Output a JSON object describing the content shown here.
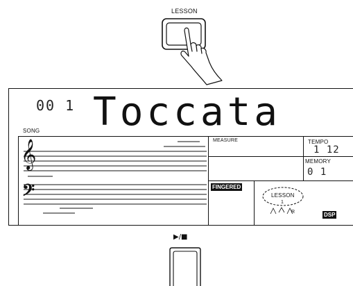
{
  "top_button": {
    "label": "LESSON",
    "icon": "hand-press-icon"
  },
  "lcd": {
    "song_number": "00 1",
    "song_name": "Toccata",
    "song_label": "SONG",
    "measure_label": "MEASURE",
    "tempo_label": "TEMPO",
    "tempo_value": "1 12",
    "memory_label": "MEMORY",
    "memory_value": "0 1",
    "fingered_label": "FINGERED",
    "lesson_badge": {
      "label": "LESSON",
      "indicator_1": "1",
      "indicator_r": "R"
    },
    "dsp_label": "DSP",
    "clefs": {
      "treble": "𝄞",
      "bass": "𝄢"
    }
  },
  "play_stop": {
    "label": "▶/■"
  }
}
